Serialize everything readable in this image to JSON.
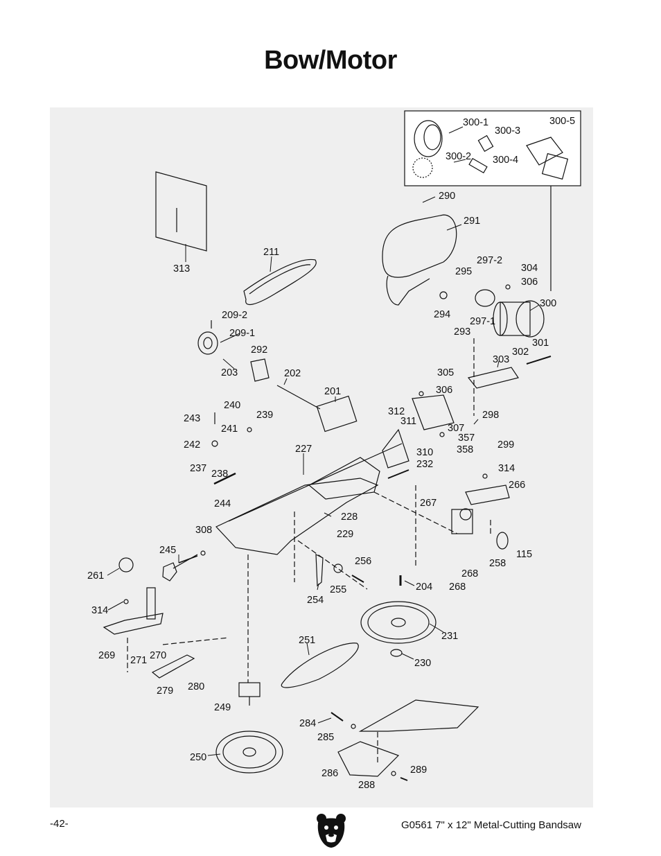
{
  "page": {
    "title": "Bow/Motor",
    "page_number": "-42-",
    "manual_title": "G0561 7\" x 12\" Metal-Cutting Bandsaw"
  },
  "inset_labels": [
    "300-1",
    "300-3",
    "300-5",
    "300-2",
    "300-4"
  ],
  "part_labels": [
    "290",
    "291",
    "297-2",
    "304",
    "295",
    "306",
    "294",
    "293",
    "297-1",
    "300",
    "313",
    "211",
    "209-2",
    "209-1",
    "292",
    "203",
    "202",
    "201",
    "301",
    "302",
    "303",
    "305",
    "306",
    "312",
    "311",
    "307",
    "298",
    "357",
    "358",
    "240",
    "239",
    "243",
    "241",
    "242",
    "237",
    "238",
    "244",
    "227",
    "310",
    "232",
    "299",
    "314",
    "266",
    "267",
    "228",
    "229",
    "308",
    "245",
    "256",
    "261",
    "255",
    "254",
    "258",
    "115",
    "268",
    "268",
    "204",
    "314",
    "231",
    "269",
    "271",
    "270",
    "251",
    "230",
    "279",
    "280",
    "249",
    "284",
    "285",
    "289",
    "250",
    "286",
    "288"
  ],
  "logo": "grizzly-bear-logo"
}
